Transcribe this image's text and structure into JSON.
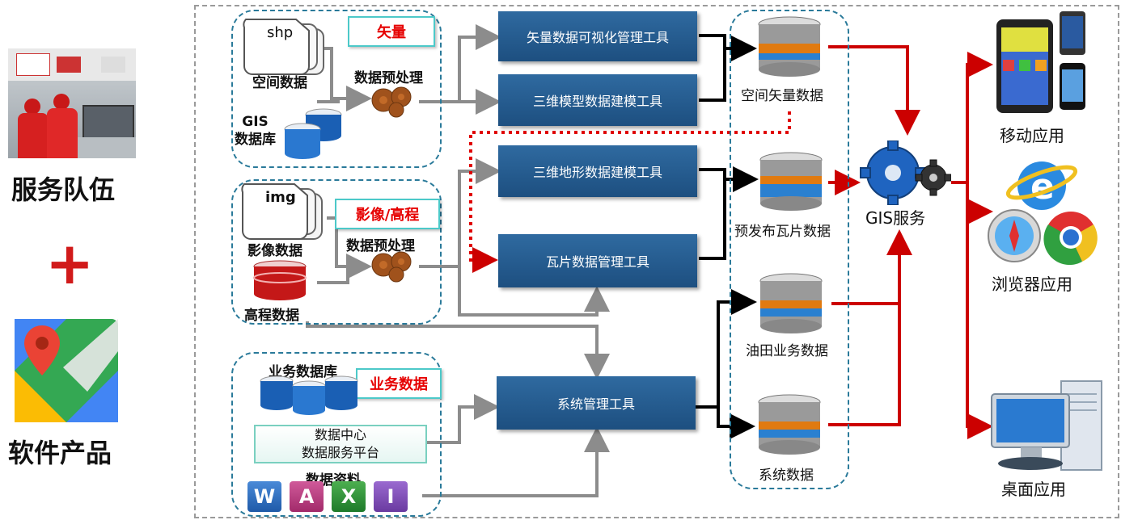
{
  "left": {
    "team_label": "服务队伍",
    "plus_sign": "+",
    "product_label": "软件产品",
    "map_icon": "map-pin-icon"
  },
  "input_groups": {
    "vector": {
      "file_ext": "shp",
      "tag": "矢量",
      "spatial_label": "空间数据",
      "gis_db_label": "GIS\n数据库",
      "preprocess_label": "数据预处理"
    },
    "raster": {
      "file_ext": "img",
      "tag": "影像/高程",
      "image_label": "影像数据",
      "elevation_label": "高程数据",
      "preprocess_label": "数据预处理"
    },
    "business": {
      "db_label": "业务数据库",
      "tag": "业务数据",
      "data_center_line1": "数据中心",
      "data_center_line2": "数据服务平台",
      "docs_label": "数据资料",
      "office_icons": [
        "W",
        "A",
        "X",
        "I"
      ]
    }
  },
  "tools": [
    "矢量数据可视化管理工具",
    "三维模型数据建模工具",
    "三维地形数据建模工具",
    "瓦片数据管理工具",
    "系统管理工具"
  ],
  "data_stores": [
    "空间矢量数据",
    "预发布瓦片数据",
    "油田业务数据",
    "系统数据"
  ],
  "gis_service": "GIS服务",
  "apps": [
    "移动应用",
    "浏览器应用",
    "桌面应用"
  ],
  "colors": {
    "tool_blue": "#1f5385",
    "red_line": "#cc0000",
    "gray_line": "#8c8c8c",
    "dash_border": "#2a7a9a",
    "tag_text": "#e60000"
  }
}
